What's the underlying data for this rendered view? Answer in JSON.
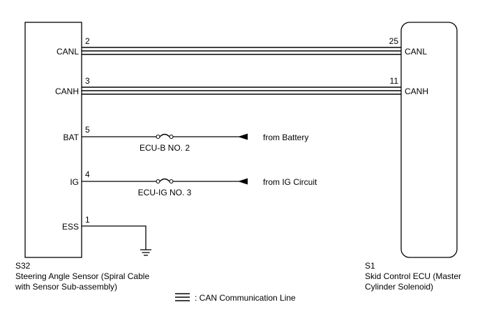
{
  "left_component": {
    "code": "S32",
    "name_line1": "Steering Angle Sensor (Spiral Cable",
    "name_line2": "with Sensor Sub-assembly)",
    "pins": {
      "canl": {
        "label": "CANL",
        "number": "2"
      },
      "canh": {
        "label": "CANH",
        "number": "3"
      },
      "bat": {
        "label": "BAT",
        "number": "5"
      },
      "ig": {
        "label": "IG",
        "number": "4"
      },
      "ess": {
        "label": "ESS",
        "number": "1"
      }
    }
  },
  "right_component": {
    "code": "S1",
    "name_line1": "Skid Control ECU (Master",
    "name_line2": "Cylinder Solenoid)",
    "pins": {
      "canl": {
        "label": "CANL",
        "number": "25"
      },
      "canh": {
        "label": "CANH",
        "number": "11"
      }
    }
  },
  "fuses": {
    "bat": "ECU-B NO. 2",
    "ig": "ECU-IG NO. 3"
  },
  "sources": {
    "bat": "from Battery",
    "ig": "from IG Circuit"
  },
  "legend": {
    "text": ": CAN Communication Line",
    "icon": "can-line-symbol-icon"
  }
}
